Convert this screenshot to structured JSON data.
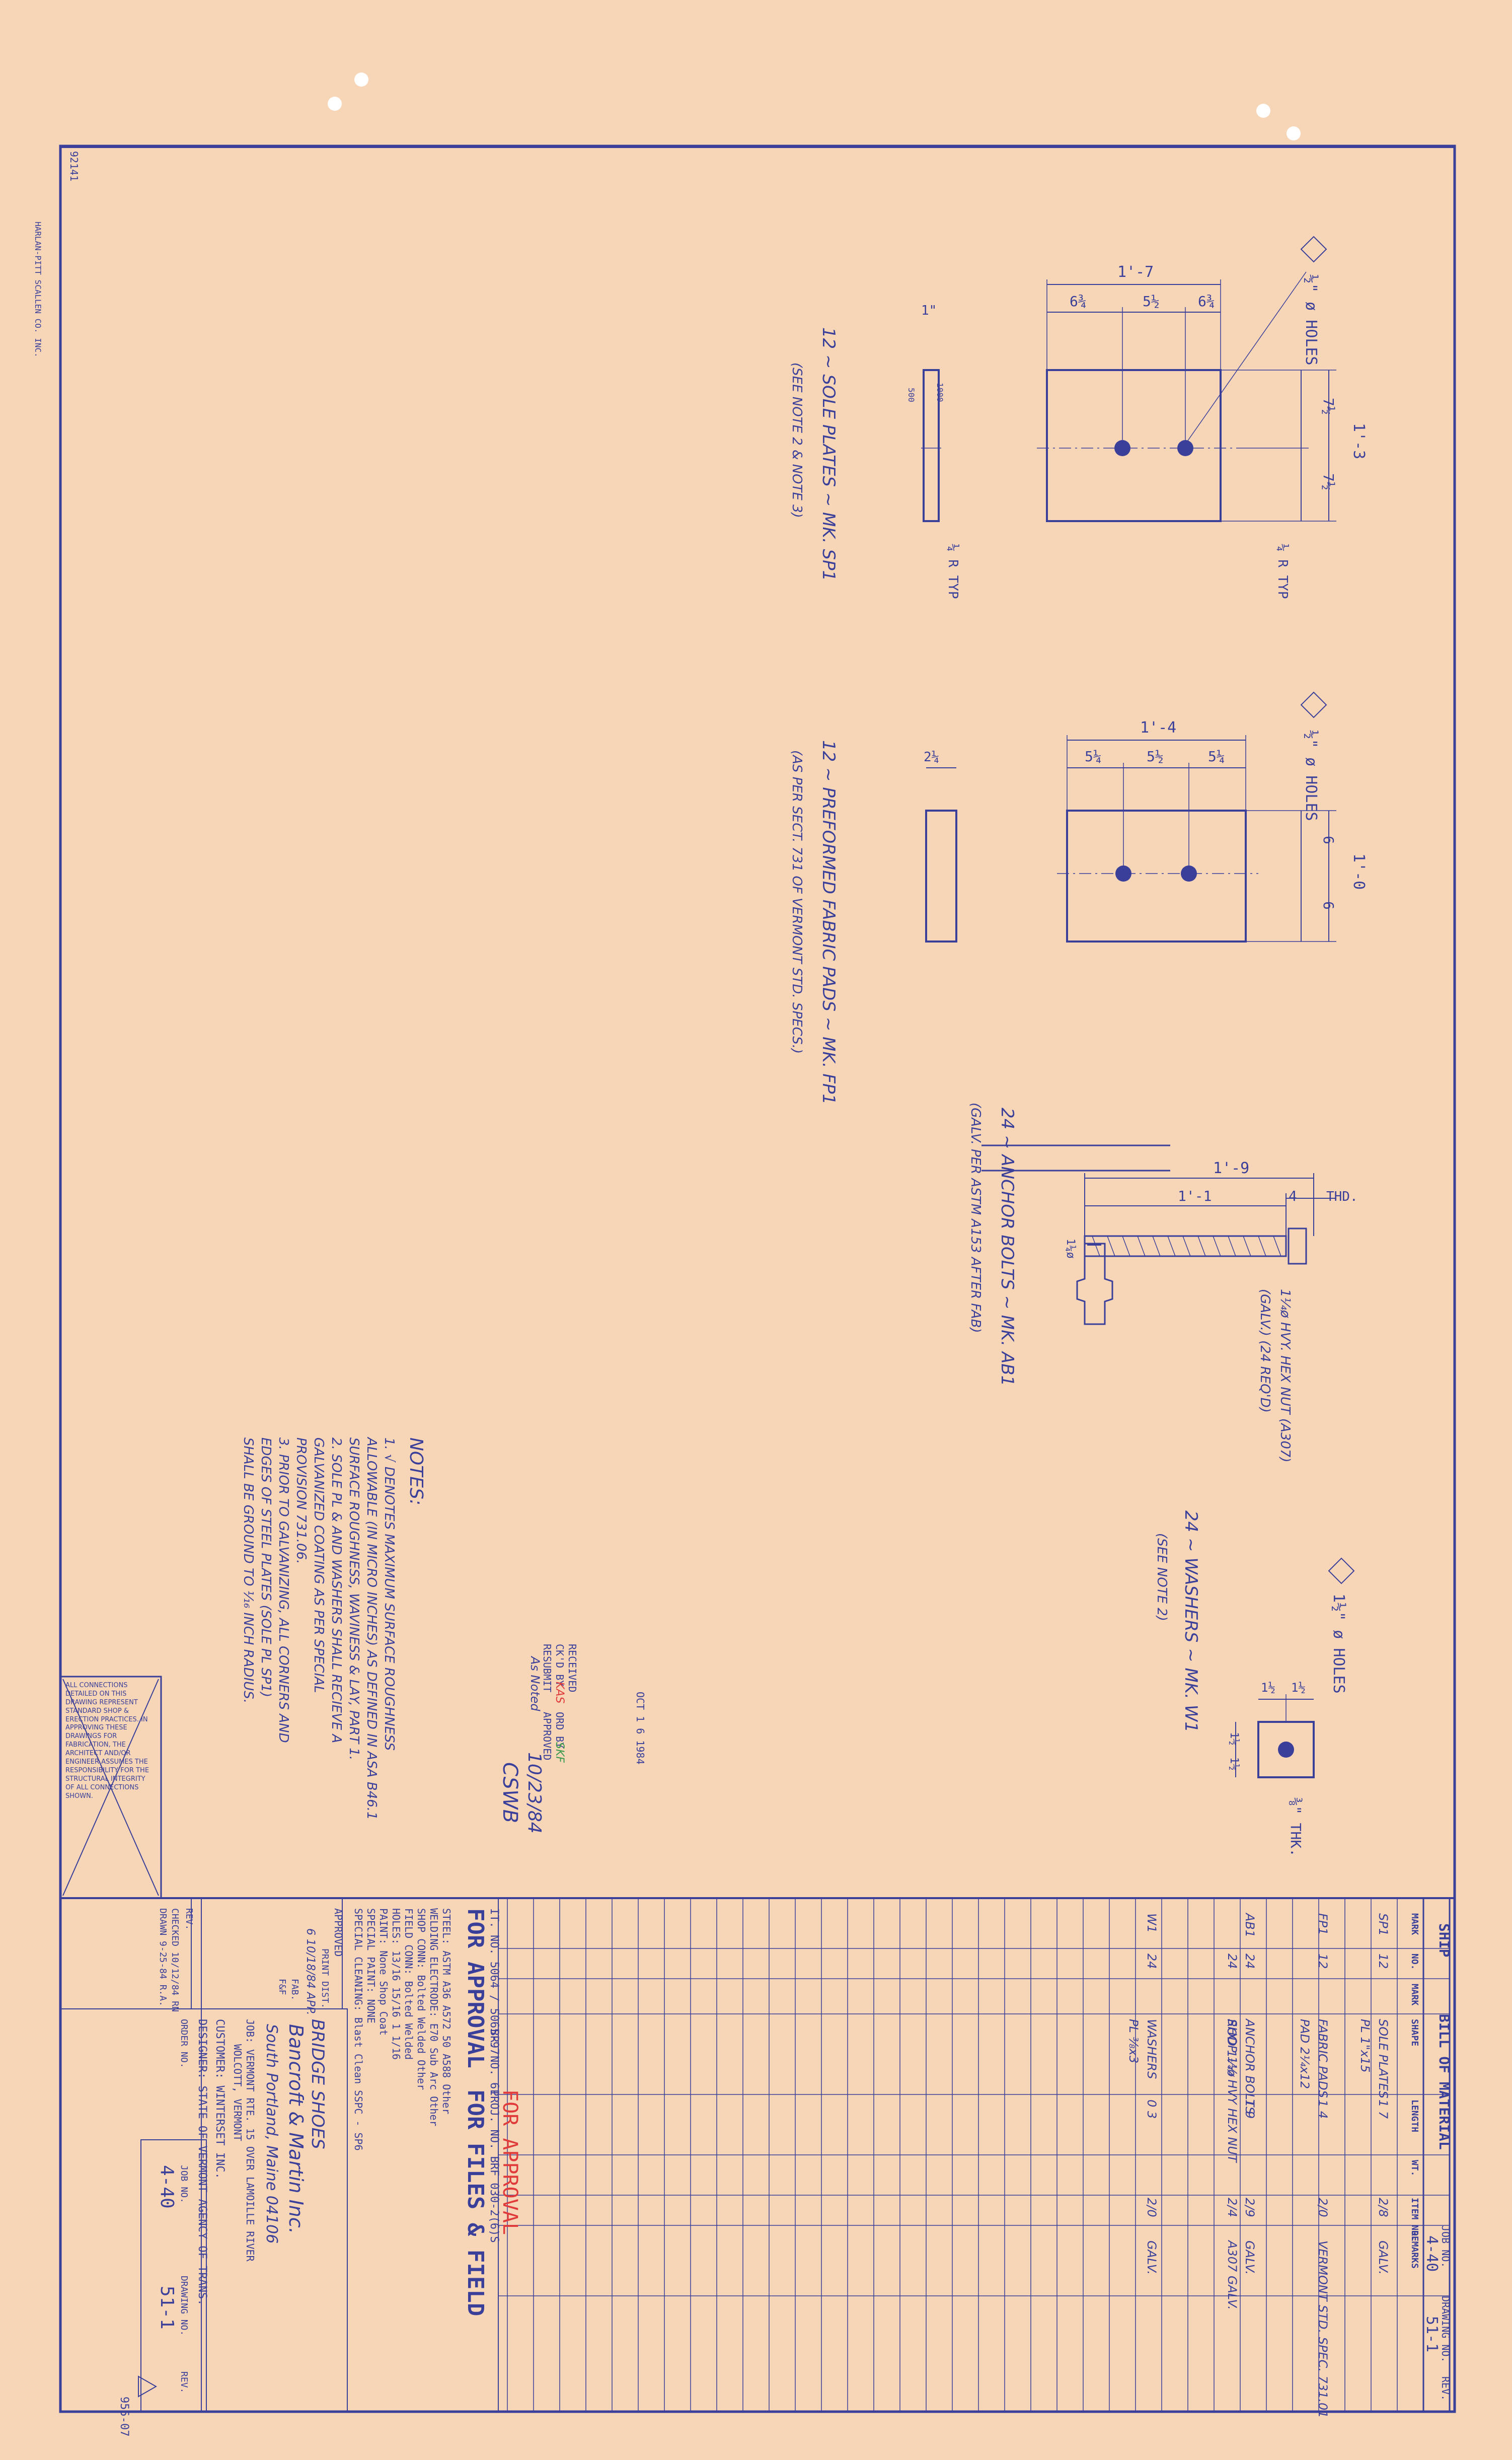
{
  "sheet": {
    "sole_plates": {
      "title": "12 ~ SOLE PLATES ~ MK. SP1",
      "subtitle": "(SEE NOTE 2 & NOTE 3)",
      "holes": "½\" ø HOLES",
      "dim_overall": "1'-7",
      "dim_a": "6¾",
      "dim_b": "5½",
      "dim_c": "6¾",
      "dim_height": "1'-3",
      "dim_h1": "7½",
      "dim_h2": "7½",
      "thk": "1\"",
      "r_typ_top": "¼ R TYP",
      "r_typ_bot": "¼ R TYP",
      "surface_a": "1000",
      "surface_b": "500"
    },
    "fabric_pads": {
      "title": "12 ~ PREFORMED FABRIC PADS ~ MK. FP1",
      "subtitle": "(AS PER SECT. 731 OF VERMONT STD. SPECS.)",
      "holes": "½\" ø HOLES",
      "dim_overall": "1'-4",
      "dim_a": "5¼",
      "dim_b": "5½",
      "dim_c": "5¼",
      "dim_height": "1'-0",
      "dim_h1": "6",
      "dim_h2": "6",
      "thk": "2¼"
    },
    "anchor_bolts": {
      "title": "24 ~ ANCHOR BOLTS ~ MK. AB1",
      "subtitle": "(GALV. PER ASTM A153 AFTER FAB)",
      "dim_overall": "1'-9",
      "dim_inner": "1'-1",
      "dim_thd": "4",
      "thd": "THD.",
      "dia": "1¼ø",
      "nut_1": "1¼ø HVY. HEX NUT (A307)",
      "nut_2": "(GALV.) (24 REQ'D)"
    },
    "washers": {
      "title": "24 ~ WASHERS ~ MK. W1",
      "subtitle": "(SEE NOTE 2)",
      "holes": "1½\" ø HOLES",
      "dim_a": "1½",
      "dim_b": "1½",
      "dim_c": "1½",
      "dim_d": "1½",
      "thk": "⅜\" THK."
    },
    "notes": {
      "heading": "NOTES:",
      "lines": [
        "1. √ DENOTES MAXIMUM SURFACE ROUGHNESS",
        "   ALLOWABLE (IN MICRO INCHES) AS DEFINED IN ASA B46.1",
        "   SURFACE ROUGHNESS, WAVINESS & LAY, PART 1.",
        "2. SOLE PL & AND WASHERS SHALL RECIEVE A",
        "   GALVANIZED COATING AS PER SPECIAL",
        "   PROVISION 731.06.",
        "3. PRIOR TO GALVANIZING, ALL CORNERS AND",
        "   EDGES OF STEEL PLATES (SOLE PL SP1)",
        "   SHALL BE GROUND TO ¹⁄₁₆ INCH RADIUS."
      ]
    },
    "stamp": {
      "date": "OCT 1 6 1984",
      "received": "RECEIVED",
      "ckd_by": "CK'D BY",
      "ckd_by_init": "KAS",
      "ord_by": "ORD BY",
      "ord_by_init": "SKF",
      "resubmit": "RESUBMIT",
      "approved": "APPROVED",
      "comment": "As Noted",
      "date_hand": "10/23/84",
      "code": "CSWB"
    },
    "disclaimer": "ALL CONNECTIONS DETAILED ON THIS DRAWING REPRESENT STANDARD SHOP & ERECTION PRACTICES. IN APPROVING THESE DRAWINGS FOR FABRICATION, THE ARCHITECT AND/OR ENGINEER ASSUMES THE RESPONSIBILITY FOR THE STRUCTURAL INTEGRITY OF ALL CONNECTIONS SHOWN.",
    "corner_code": "92141",
    "side_print": "HARLAN-PITT SCALLEN CO. INC."
  },
  "title_block": {
    "ship": "SHIP",
    "bill_title": "BILL OF MATERIAL",
    "job_no_label": "JOB NO.",
    "job_no": "4-40",
    "drawing_no_label": "DRAWING NO.",
    "drawing_no": "51-1",
    "rev_label": "REV.",
    "headers": [
      "MARK",
      "NO.",
      "MARK",
      "SHAPE",
      "LENGTH",
      "WT.",
      "ITEM NO.",
      "REMARKS"
    ],
    "rows": [
      {
        "mark": "SP1",
        "no": "12",
        "shape": "SOLE PLATES",
        "shape2": "PL 1\"x15",
        "length": "1   7",
        "item": "2/8",
        "remarks": "GALV."
      },
      {
        "mark": "FP1",
        "no": "12",
        "shape": "FABRIC PADS",
        "shape2": "PAD 2¼x12",
        "length": "1   4",
        "item": "2/0",
        "remarks": "VERMONT STD. SPEC. 731.01"
      },
      {
        "mark": "AB1",
        "no": "24",
        "shape": "ANCHOR BOLTS",
        "shape2": "ROD 1¼ø",
        "length": "1   9",
        "item": "2/9",
        "remarks": "GALV."
      },
      {
        "mark": "",
        "no": "24",
        "shape": "SHOP 1¼ HVY HEX NUT",
        "shape2": "",
        "length": "",
        "item": "2/4",
        "remarks": "A307  GALV."
      },
      {
        "mark": "W1",
        "no": "24",
        "shape": "WASHERS",
        "shape2": "PL ⅜x3",
        "length": "0   3",
        "item": "2/0",
        "remarks": "GALV."
      }
    ],
    "red_stamp": "FOR APPROVAL",
    "it_no": "IT. NO. 5064 / 5065-97",
    "br_no": "BR. NO. 61",
    "proj_no": "PROJ. NO. BRF 030-2(6)S",
    "for_approval": "FOR APPROVAL",
    "for_files": "FOR FILES & FIELD",
    "specs": [
      "STEEL: ASTM   A36   A572 50  A588   Other",
      "WELDING ELECTRODE:  E70   Sub Arc   Other",
      "SHOP CONN:   Bolted   Welded   Other",
      "FIELD CONN:   Bolted   Welded",
      "HOLES:   13/16   15/16   1 1/16",
      "PAINT:   None   Shop Coat",
      "SPECIAL PAINT: NONE",
      "SPECIAL CLEANING:   Blast Clean   SSPC - SP6"
    ],
    "approved_label": "APPROVED",
    "print_dist": "PRINT DIST.",
    "print_row": "6   10/18/84   APP.",
    "fab": "FAB.",
    "fnf": "F&F",
    "item_title": "BRIDGE SHOES",
    "company": "Bancroft & Martin Inc.",
    "company2": "South Portland, Maine 04106",
    "job_line": "JOB: VERMONT RTE. 15 OVER LAMOILLE RIVER",
    "job_line2": "WOLCOTT, VERMONT",
    "customer": "CUSTOMER: WINTERSET INC.",
    "designer": "DESIGNER: STATE OF VERMONT AGENCY OF TRANS.",
    "order_no": "ORDER NO.",
    "job_no_2": "JOB NO.",
    "drawing_no_2": "DRAWING NO.",
    "rev_2": "REV.",
    "job_val": "4-40",
    "drawing_val": "51-1",
    "rev_hdr": "REV.",
    "checked": "CHECKED  10/12/84  RN",
    "drawn": "DRAWN  9-25-84  R.A.",
    "foot_code": "955-07"
  },
  "colors": {
    "paper": "#f7d6b8",
    "ink": "#3a3f9a",
    "stamp_red": "#e03a3a"
  }
}
